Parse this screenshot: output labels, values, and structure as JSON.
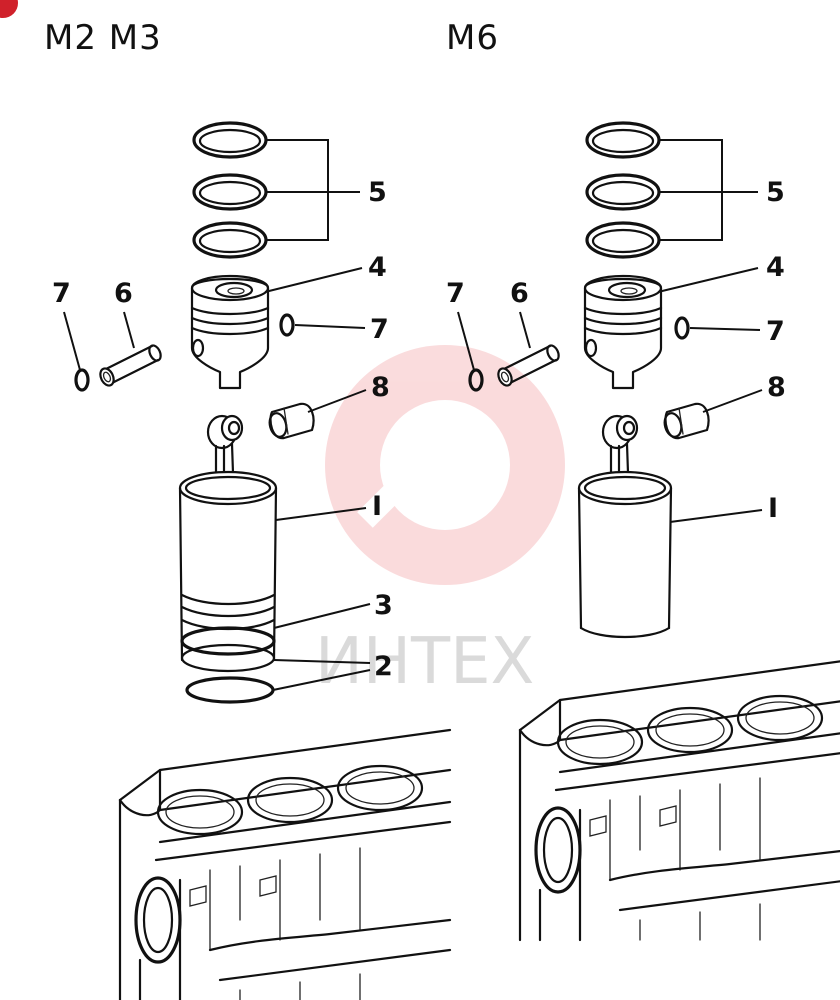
{
  "headers": {
    "left": "M2 M3",
    "right": "M6"
  },
  "watermark": "ИНТЕХ",
  "colors": {
    "ink": "#111111",
    "watermark_red": "#e63d45",
    "watermark_grey": "#bdbdbd",
    "corner_mark": "#d0212b"
  },
  "left_callouts": {
    "c5": "5",
    "c4": "4",
    "c7a": "7",
    "c6": "6",
    "c7b": "7",
    "c8": "8",
    "c1": "I",
    "c3": "3",
    "c2": "2"
  },
  "right_callouts": {
    "c5": "5",
    "c4": "4",
    "c7a": "7",
    "c6": "6",
    "c7b": "7",
    "c8": "8",
    "c1": "I"
  }
}
